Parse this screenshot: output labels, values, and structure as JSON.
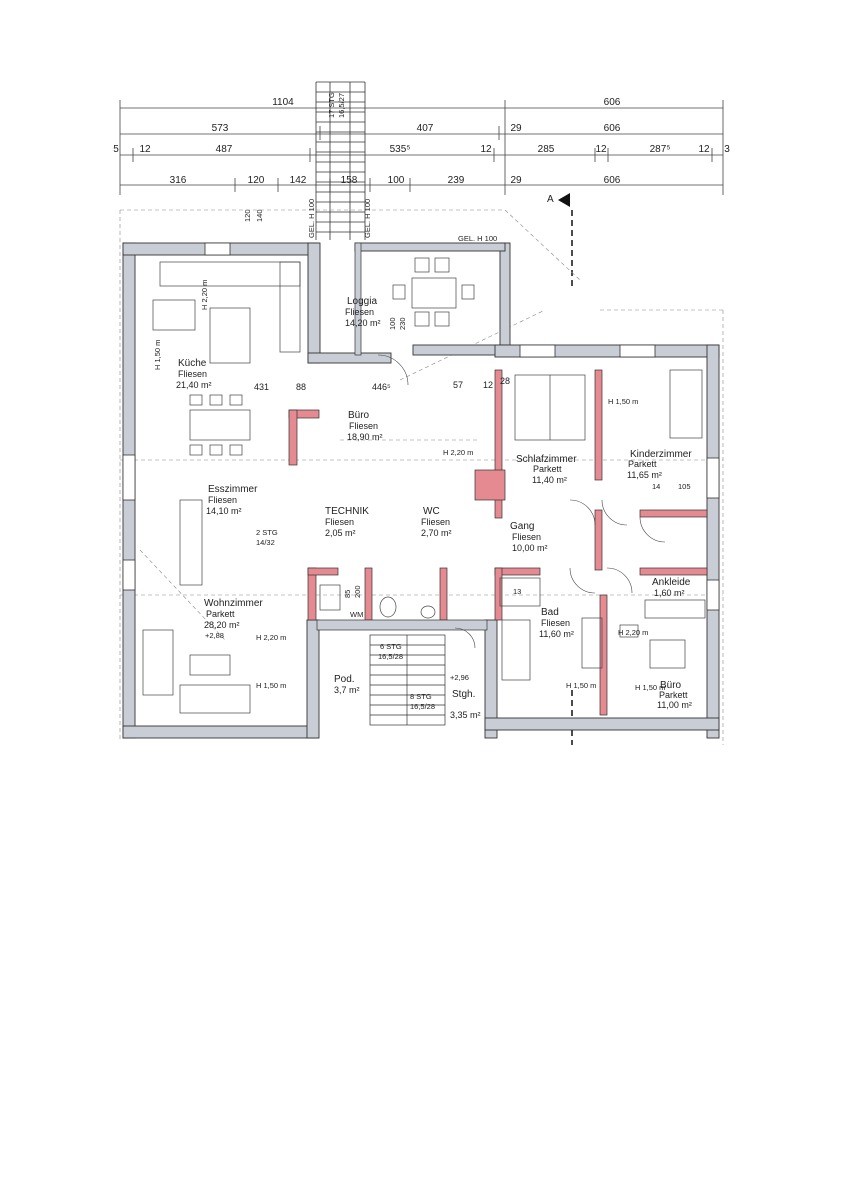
{
  "plan": {
    "north_marker": "A",
    "dims": {
      "row1": [
        "1104",
        "606"
      ],
      "row2": [
        "573",
        "407",
        "29",
        "606"
      ],
      "row3": [
        "5",
        "12",
        "487",
        "535⁵",
        "12",
        "285",
        "12",
        "287⁵",
        "12",
        "3"
      ],
      "row4": [
        "316",
        "120",
        "142",
        "158",
        "100",
        "239",
        "29",
        "606"
      ],
      "vert_top": [
        "120",
        "140"
      ],
      "stair_top": [
        "17 STG",
        "16,5/27"
      ],
      "gel_left": "GEL. H 100",
      "gel_mid": "GEL. H 100",
      "gel_top": "GEL. H 100"
    },
    "rooms": {
      "kueche": {
        "name": "Küche",
        "floor": "Fliesen",
        "area": "21,40 m²"
      },
      "loggia": {
        "name": "Loggia",
        "floor": "Fliesen",
        "area": "14,20 m²"
      },
      "buero1": {
        "name": "Büro",
        "floor": "Fliesen",
        "area": "18,90 m²"
      },
      "schlaf": {
        "name": "Schlafzimmer",
        "floor": "Parkett",
        "area": "11,40 m²"
      },
      "kinder": {
        "name": "Kinderzimmer",
        "floor": "Parkett",
        "area": "11,65 m²"
      },
      "ess": {
        "name": "Esszimmer",
        "floor": "Fliesen",
        "area": "14,10 m²"
      },
      "technik": {
        "name": "TECHNIK",
        "floor": "Fliesen",
        "area": "2,05 m²"
      },
      "wc": {
        "name": "WC",
        "floor": "Fliesen",
        "area": "2,70 m²"
      },
      "gang": {
        "name": "Gang",
        "floor": "Fliesen",
        "area": "10,00 m²"
      },
      "ankleide": {
        "name": "Ankleide",
        "area": "1,60 m²"
      },
      "wohn": {
        "name": "Wohnzimmer",
        "floor": "Parkett",
        "area": "28,20 m²"
      },
      "bad": {
        "name": "Bad",
        "floor": "Fliesen",
        "area": "11,60 m²"
      },
      "pod": {
        "name": "Pod.",
        "area": "3,7 m²"
      },
      "stgh": {
        "name": "Stgh.",
        "area": "3,35 m²"
      },
      "buero2": {
        "name": "Büro",
        "floor": "Parkett",
        "area": "11,00 m²"
      }
    },
    "notes": {
      "h150a": "H 1,50 m",
      "h220a": "H 2,20 m",
      "h220b": "H 2,20 m",
      "h220c": "H 2,20 m",
      "h220d": "H 2,20 m",
      "h150b": "H 1,50 m",
      "h150c": "H 1,50 m",
      "h150d": "H 1,50 m",
      "h150e": "H 1,50 m",
      "d431": "431",
      "d88": "88",
      "d446": "446⁵",
      "d57": "57",
      "d12": "12",
      "d28": "28",
      "d14": "14",
      "d105": "105",
      "stg2": "2 STG",
      "stg2b": "14/32",
      "stg6": "6 STG",
      "stg6b": "16,5/28",
      "stg8": "8 STG",
      "stg8b": "16,5/28",
      "lvl288": "+2,88",
      "lvl296": "+2,96",
      "wm": "WM",
      "box13": "13",
      "dr85": "85",
      "dr200": "200",
      "vert100": "100",
      "vert230": "230"
    }
  }
}
